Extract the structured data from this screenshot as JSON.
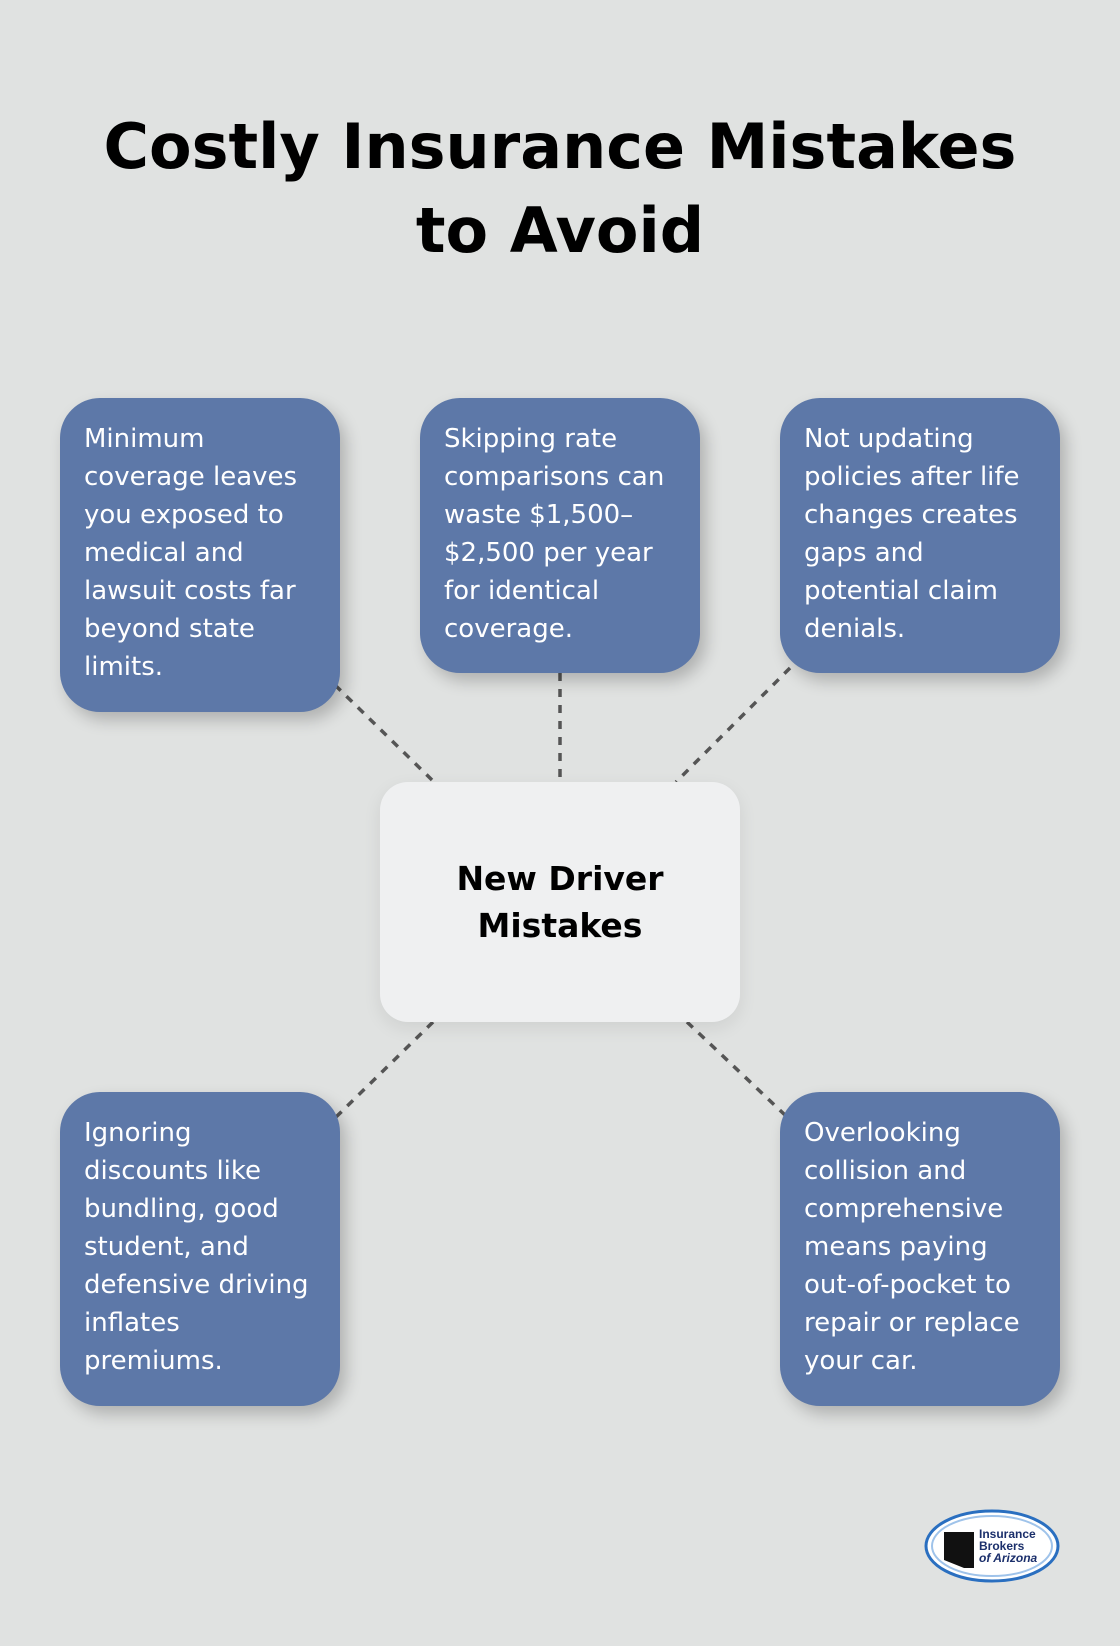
{
  "title": "Costly Insurance Mistakes to Avoid",
  "center": {
    "label": "New Driver Mistakes"
  },
  "nodes": [
    {
      "id": "minimum-coverage",
      "text": "Minimum coverage leaves you exposed to medical and lawsuit costs far beyond state limits."
    },
    {
      "id": "rate-comparisons",
      "text": "Skipping rate comparisons can waste $1,500–$2,500 per year for identical coverage."
    },
    {
      "id": "updating-policies",
      "text": "Not updating policies after life changes creates gaps and potential claim denials."
    },
    {
      "id": "ignoring-discounts",
      "text": "Ignoring discounts like bundling, good student, and defensive driving inflates premiums."
    },
    {
      "id": "collision-comprehensive",
      "text": "Overlooking collision and comprehensive means paying out-of-pocket to repair or replace your car."
    }
  ],
  "logo": {
    "line1": "Insurance",
    "line2": "Brokers",
    "line3": "of Arizona"
  },
  "colors": {
    "background": "#e0e2e1",
    "card": "#5d78a8",
    "center": "#eff0f1",
    "connector": "#555555",
    "logo_ring": "#2a6fc0"
  }
}
